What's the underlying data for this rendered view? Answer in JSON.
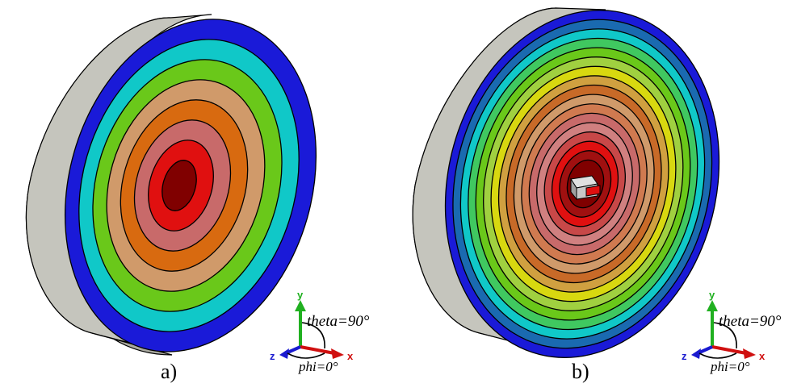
{
  "panels": [
    {
      "caption": "a)",
      "ring_colors": [
        "#1a1ad8",
        "#10c8c8",
        "#6ac81a",
        "#d09a6a",
        "#d86a10",
        "#c86a6a",
        "#e01010",
        "#800000"
      ],
      "axes": {
        "y": "y",
        "x": "x",
        "z": "z",
        "theta": "theta=90°",
        "phi": "phi=0°"
      }
    },
    {
      "caption": "b)",
      "ring_colors": [
        "#1a1ad8",
        "#1a6ab0",
        "#10c8c8",
        "#40c860",
        "#6ac81a",
        "#a0d040",
        "#d8d810",
        "#d0a040",
        "#c86a28",
        "#d09a6a",
        "#d07a50",
        "#c86a6a",
        "#d08080",
        "#c84848",
        "#e01010",
        "#a01010",
        "#800000"
      ],
      "axes": {
        "y": "y",
        "x": "x",
        "z": "z",
        "theta": "theta=90°",
        "phi": "phi=0°"
      }
    }
  ],
  "colors": {
    "disk_side": "#a9a9a0",
    "disk_side_light": "#c9c9c2",
    "outline": "#000000",
    "axis_y": "#20b020",
    "axis_x": "#d01010",
    "axis_z": "#1a1ad0",
    "feed_block": "#c8c8c8",
    "feed_port": "#e01010"
  }
}
